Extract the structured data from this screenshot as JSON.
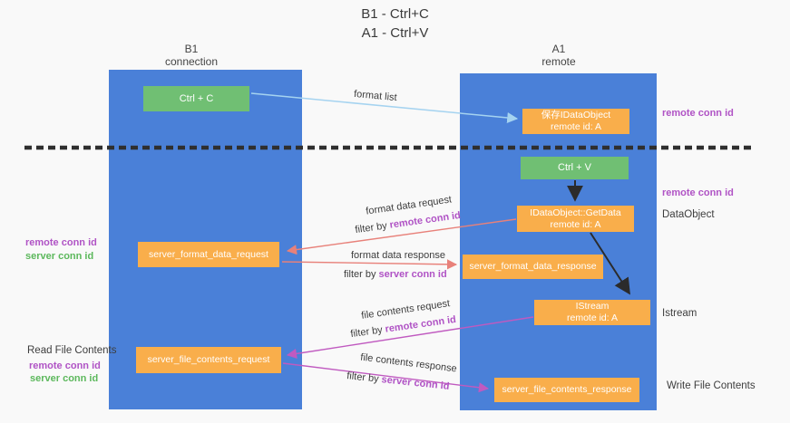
{
  "title": {
    "line1": "B1 - Ctrl+C",
    "line2": "A1 - Ctrl+V"
  },
  "lanes": {
    "left": {
      "name": "B1",
      "role": "connection"
    },
    "right": {
      "name": "A1",
      "role": "remote"
    }
  },
  "nodes": {
    "ctrl_c": {
      "label": "Ctrl + C"
    },
    "save_dataobject": {
      "line1": "保存IDataObject",
      "line2": "remote id: A"
    },
    "ctrl_v": {
      "label": "Ctrl + V"
    },
    "getdata": {
      "line1": "IDataObject::GetData",
      "line2": "remote id: A"
    },
    "format_request": {
      "label": "server_format_data_request"
    },
    "format_response": {
      "label": "server_format_data_response"
    },
    "istream": {
      "line1": "IStream",
      "line2": "remote id: A"
    },
    "file_request": {
      "label": "server_file_contents_request"
    },
    "file_response": {
      "label": "server_file_contents_response"
    }
  },
  "edge_labels": {
    "format_list": "format list",
    "format_request": "format data request",
    "format_request_filter_prefix": "filter by ",
    "format_request_filter_key": "remote conn id",
    "format_response": "format data response",
    "format_response_filter_prefix": "filter by ",
    "format_response_filter_key": "server conn id",
    "file_request": "file contents request",
    "file_request_filter_prefix": "filter by ",
    "file_request_filter_key": "remote conn id",
    "file_response": "file contents response",
    "file_response_filter_prefix": "filter by ",
    "file_response_filter_key": "server conn id"
  },
  "annotations": {
    "right_remote_conn_id_top": "remote conn id",
    "right_remote_conn_id_mid": "remote conn id",
    "right_dataobject": "DataObject",
    "right_istream": "Istream",
    "right_write_file": "Write File Contents",
    "left_remote_conn_id_top": "remote conn id",
    "left_server_conn_id_top": "server conn id",
    "left_read_file": "Read File Contents",
    "left_remote_conn_id_bottom": "remote conn id",
    "left_server_conn_id_bottom": "server conn id"
  },
  "colors": {
    "lane_blue": "#4a80d8",
    "box_green": "#70bf73",
    "box_orange": "#f9ae4b",
    "arrow_light_blue": "#a5d3f0",
    "arrow_salmon": "#e8817a",
    "arrow_magenta": "#c05ac0",
    "arrow_black": "#2b2b2b",
    "text_purple": "#b053c5",
    "text_green": "#5cb85c",
    "dashed_line": "#2f2f2f"
  }
}
